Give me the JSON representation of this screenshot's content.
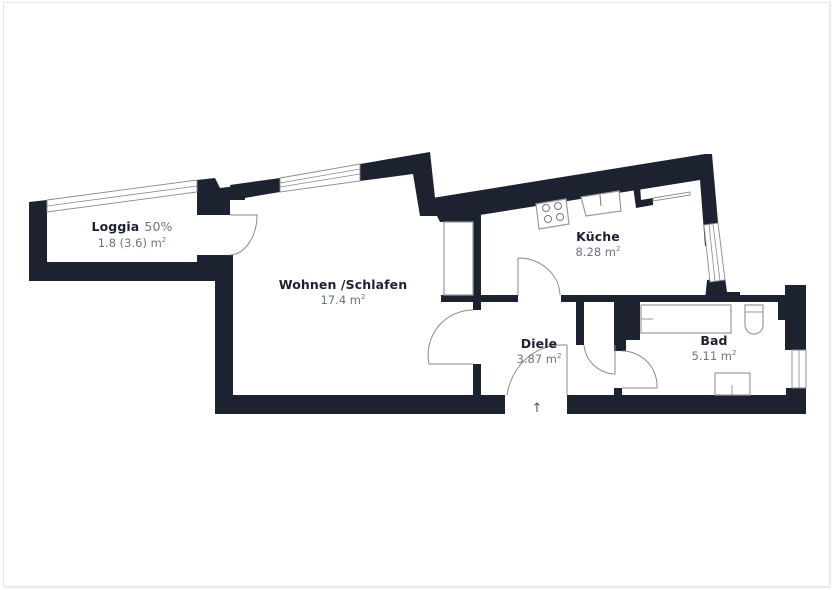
{
  "plan": {
    "wall_color": "#1c2230",
    "label_name_color": "#1c2230",
    "label_area_color": "#6b7385",
    "entry_arrow": "↑"
  },
  "rooms": [
    {
      "id": "loggia",
      "name": "Loggia",
      "suffix": "50%",
      "area": "1.8 (3.6) m",
      "unit_sup": "2"
    },
    {
      "id": "wohnen",
      "name": "Wohnen /Schlafen",
      "area": "17.4 m",
      "unit_sup": "2"
    },
    {
      "id": "kueche",
      "name": "Küche",
      "area": "8.28 m",
      "unit_sup": "2"
    },
    {
      "id": "diele",
      "name": "Diele",
      "area": "3.87 m",
      "unit_sup": "2"
    },
    {
      "id": "bad",
      "name": "Bad",
      "area": "5.11 m",
      "unit_sup": "2"
    }
  ]
}
